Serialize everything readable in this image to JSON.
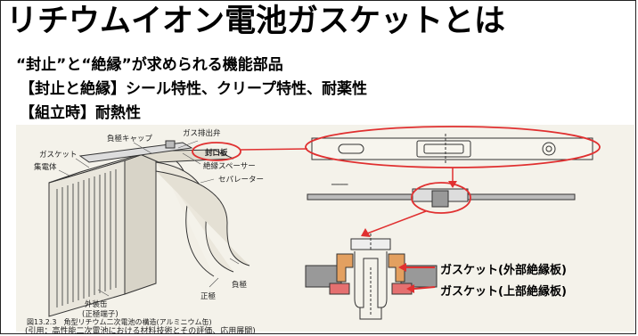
{
  "slide": {
    "title": "リチウムイオン電池ガスケットとは",
    "line1": "“封止”と“絶縁”が求められる機能部品",
    "line2": "【封止と絶縁】シール特性、クリープ特性、耐薬性",
    "line3": "【組立時】耐熱性"
  },
  "figure": {
    "labels": {
      "neg_cap": "負極キャップ",
      "gas_vent": "ガス排出弁",
      "gasket": "ガスケット",
      "collector": "集電体",
      "seal_plate": "封口板",
      "insul_spacer": "絶縁スペーサー",
      "separator": "セパレーター",
      "case": "外装缶",
      "case_sub": "(正極端子)",
      "positive": "正極",
      "negative": "負極",
      "caption": "図13.2.3　角型リチウム二次電池の構造(アルミニウム缶)",
      "reference": "(引用：高性能二次電池における材料技術とその評価、応用展開)"
    },
    "gasket_outer": "ガスケット(外部絶縁板)",
    "gasket_upper": "ガスケット(上部絶縁板)",
    "colors": {
      "ellipse": "#e03030",
      "gasket_outer_fill": "#e3a060",
      "gasket_upper_fill": "#e57070"
    }
  }
}
